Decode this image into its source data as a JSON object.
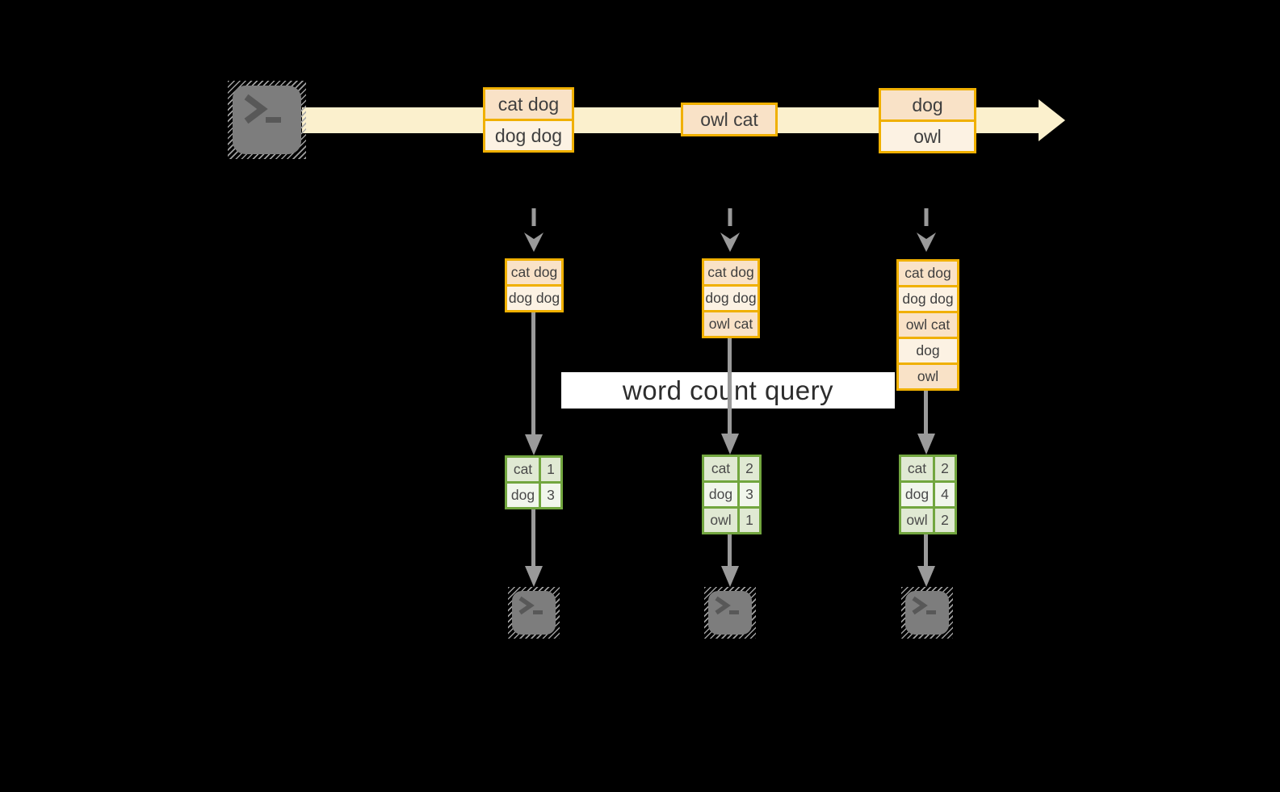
{
  "banner": {
    "label": "word count query"
  },
  "colors": {
    "background": "#000000",
    "stream_band": "#FBF0CD",
    "record_border": "#F0B000",
    "record_fill_dark": "#F9E2C7",
    "record_fill_light": "#FCF2E3",
    "table_border": "#72A63F",
    "table_fill_dark": "#E0E9D3",
    "table_fill_light": "#F1F6EC",
    "arrow_gray": "#9A9A9A",
    "terminal_gray": "#7D7D7D",
    "text": "#3F3F3F"
  },
  "icons": {
    "source": "terminal-icon",
    "stream": "right-arrow-icon",
    "drop": "down-arrow-icon",
    "sink": "terminal-icon"
  },
  "timeline": {
    "batches": [
      {
        "rows": [
          "cat dog",
          "dog dog"
        ]
      },
      {
        "rows": [
          "owl cat"
        ]
      },
      {
        "rows": [
          "dog",
          "owl"
        ]
      }
    ]
  },
  "columns": [
    {
      "stack": [
        "cat dog",
        "dog dog"
      ],
      "counts": [
        {
          "word": "cat",
          "count": "1"
        },
        {
          "word": "dog",
          "count": "3"
        }
      ]
    },
    {
      "stack": [
        "cat dog",
        "dog dog",
        "owl cat"
      ],
      "counts": [
        {
          "word": "cat",
          "count": "2"
        },
        {
          "word": "dog",
          "count": "3"
        },
        {
          "word": "owl",
          "count": "1"
        }
      ]
    },
    {
      "stack": [
        "cat dog",
        "dog dog",
        "owl cat",
        "dog",
        "owl"
      ],
      "counts": [
        {
          "word": "cat",
          "count": "2"
        },
        {
          "word": "dog",
          "count": "4"
        },
        {
          "word": "owl",
          "count": "2"
        }
      ]
    }
  ]
}
